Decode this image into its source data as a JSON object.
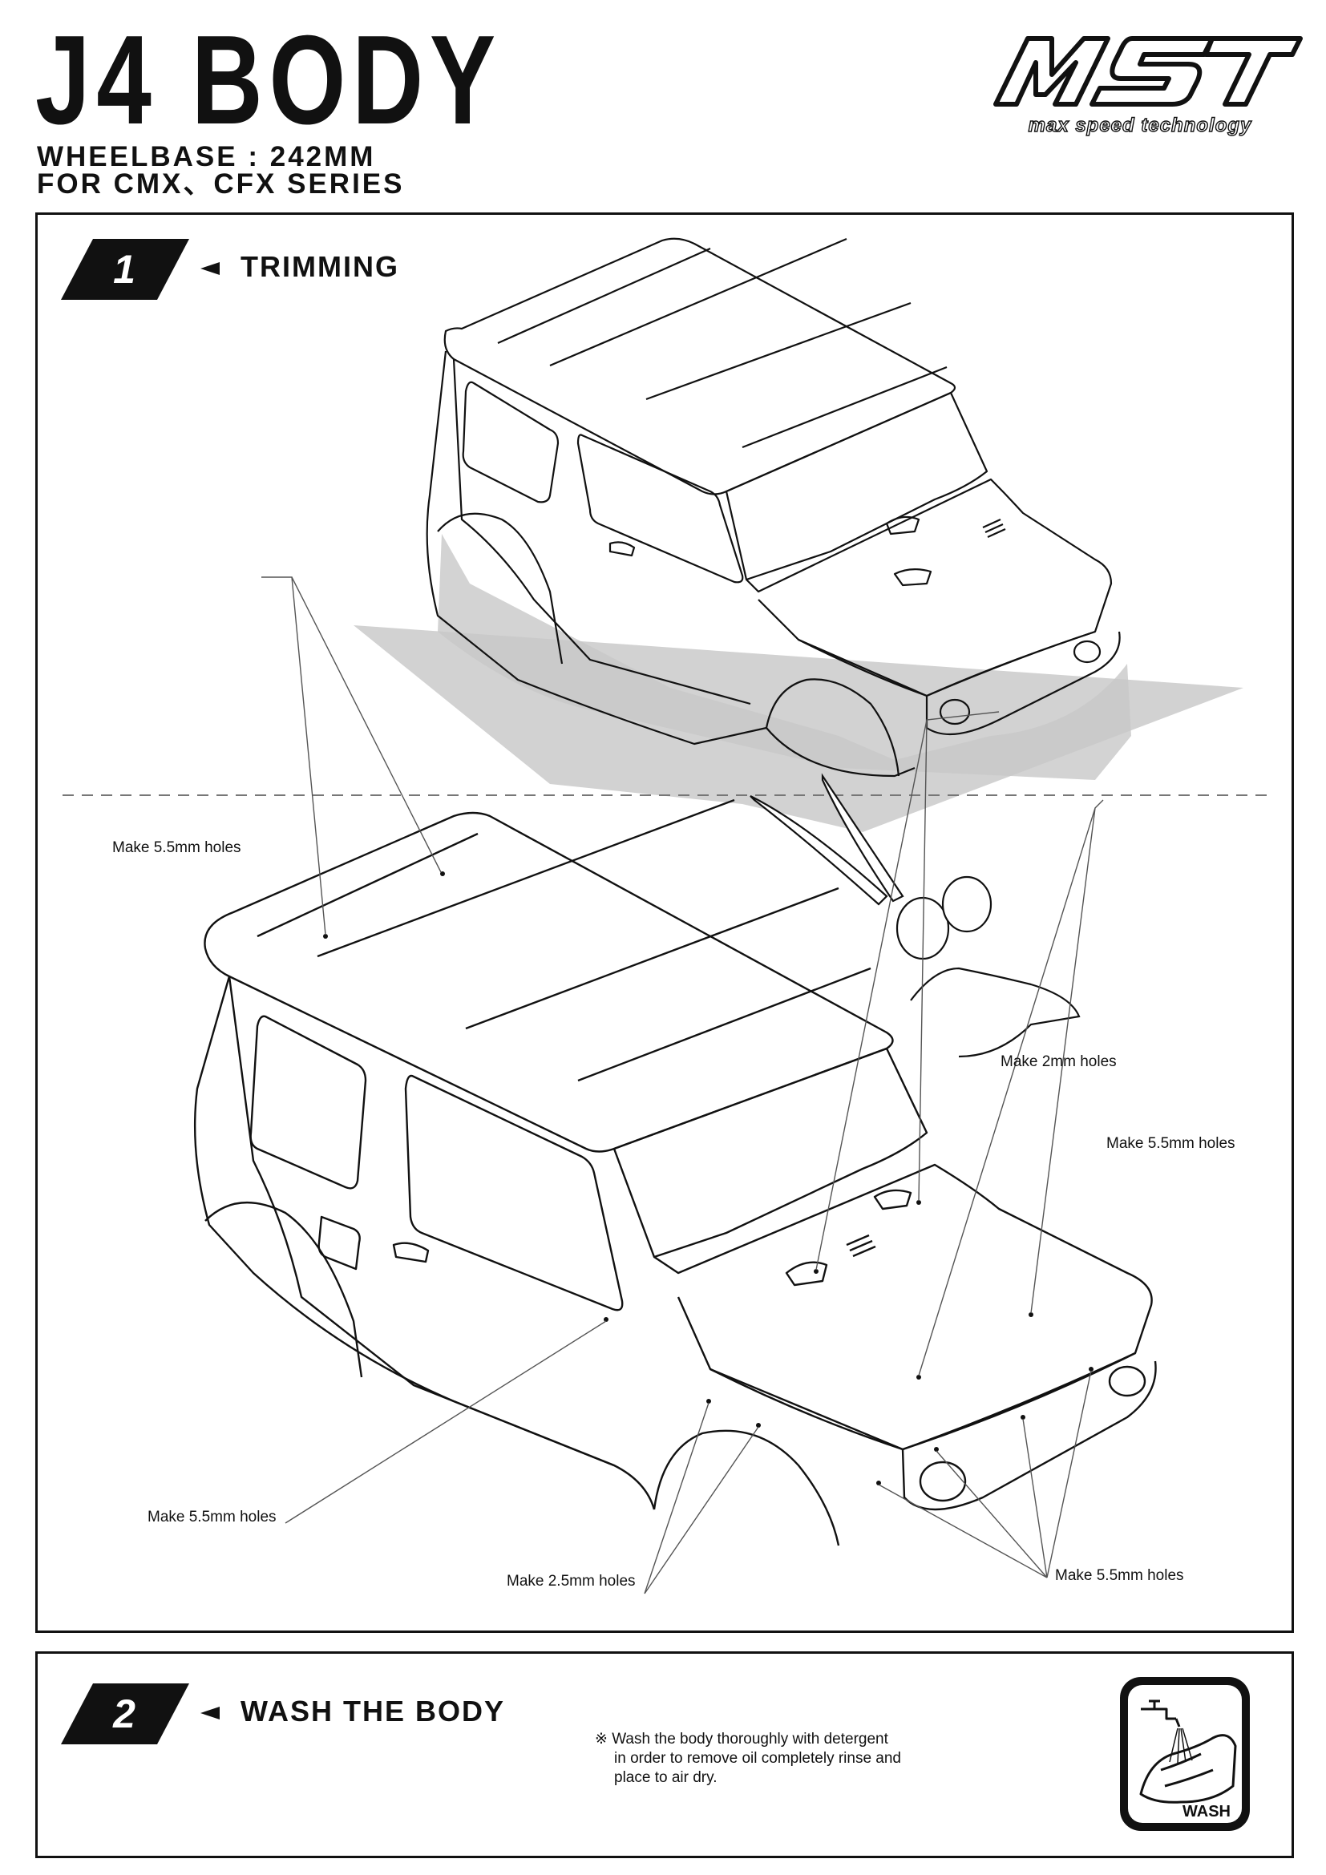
{
  "header": {
    "title": "J4 BODY",
    "wheelbase": "WHEELBASE : 242MM",
    "series": "FOR CMX、CFX SERIES",
    "logo_main": "MST",
    "logo_tagline": "max speed technology"
  },
  "steps": [
    {
      "number": "1",
      "title": "TRIMMING"
    },
    {
      "number": "2",
      "title": "WASH THE BODY"
    }
  ],
  "callouts": {
    "roof_holes": "Make 5.5mm holes",
    "hood_small": "Make 2mm holes",
    "hood_large": "Make 5.5mm holes",
    "side_holes": "Make 5.5mm holes",
    "fender_holes": "Make 2.5mm holes",
    "front_holes": "Make 5.5mm holes"
  },
  "wash_note": {
    "mark": "※",
    "lines": [
      "Wash the body thoroughly with detergent",
      "in order to remove oil completely rinse and",
      "place to air dry."
    ]
  },
  "wash_icon_label": "WASH",
  "colors": {
    "ink": "#111111",
    "shadow": "#d4d4d4",
    "paper": "#ffffff"
  }
}
